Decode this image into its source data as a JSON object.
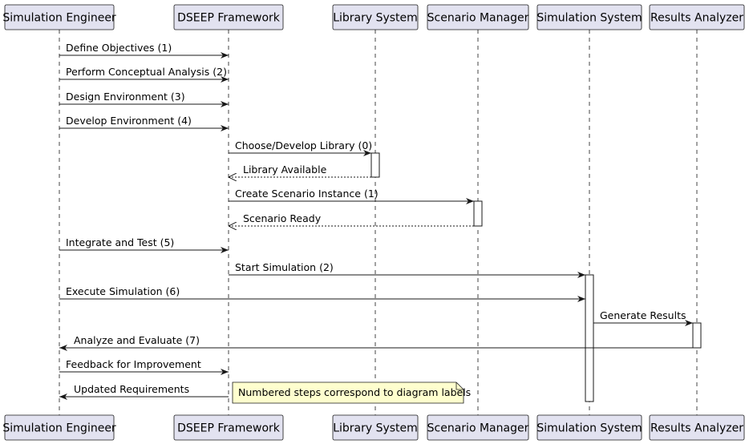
{
  "participants": [
    {
      "id": "se",
      "label": "Simulation Engineer"
    },
    {
      "id": "dseep",
      "label": "DSEEP Framework"
    },
    {
      "id": "lib",
      "label": "Library System"
    },
    {
      "id": "scn",
      "label": "Scenario Manager"
    },
    {
      "id": "sim",
      "label": "Simulation System"
    },
    {
      "id": "res",
      "label": "Results Analyzer"
    }
  ],
  "messages": [
    {
      "from": "se",
      "to": "dseep",
      "label": "Define Objectives (1)",
      "type": "sync"
    },
    {
      "from": "se",
      "to": "dseep",
      "label": "Perform Conceptual Analysis (2)",
      "type": "sync"
    },
    {
      "from": "se",
      "to": "dseep",
      "label": "Design Environment (3)",
      "type": "sync"
    },
    {
      "from": "se",
      "to": "dseep",
      "label": "Develop Environment (4)",
      "type": "sync"
    },
    {
      "from": "dseep",
      "to": "lib",
      "label": "Choose/Develop Library (0)",
      "type": "sync"
    },
    {
      "from": "lib",
      "to": "dseep",
      "label": "Library Available",
      "type": "return"
    },
    {
      "from": "dseep",
      "to": "scn",
      "label": "Create Scenario Instance (1)",
      "type": "sync"
    },
    {
      "from": "scn",
      "to": "dseep",
      "label": "Scenario Ready",
      "type": "return"
    },
    {
      "from": "se",
      "to": "dseep",
      "label": "Integrate and Test (5)",
      "type": "sync"
    },
    {
      "from": "dseep",
      "to": "sim",
      "label": "Start Simulation (2)",
      "type": "sync"
    },
    {
      "from": "se",
      "to": "sim",
      "label": "Execute Simulation (6)",
      "type": "sync"
    },
    {
      "from": "sim",
      "to": "res",
      "label": "Generate Results",
      "type": "sync"
    },
    {
      "from": "res",
      "to": "se",
      "label": "Analyze and Evaluate (7)",
      "type": "sync"
    },
    {
      "from": "se",
      "to": "dseep",
      "label": "Feedback for Improvement",
      "type": "sync"
    },
    {
      "from": "dseep",
      "to": "se",
      "label": "Updated Requirements",
      "type": "sync"
    }
  ],
  "activations": [
    {
      "participant": "lib",
      "from_msg": 4,
      "to_msg": 5
    },
    {
      "participant": "scn",
      "from_msg": 6,
      "to_msg": 7
    },
    {
      "participant": "sim",
      "from_msg": 9,
      "to_msg": 14
    },
    {
      "participant": "res",
      "from_msg": 11,
      "to_msg": 12
    }
  ],
  "note": {
    "label": "Numbered steps correspond to diagram labels",
    "attached_to_msg": 14
  },
  "colors": {
    "participant_fill": "#e2e2f0",
    "note_fill": "#fefece",
    "line": "#181818"
  }
}
